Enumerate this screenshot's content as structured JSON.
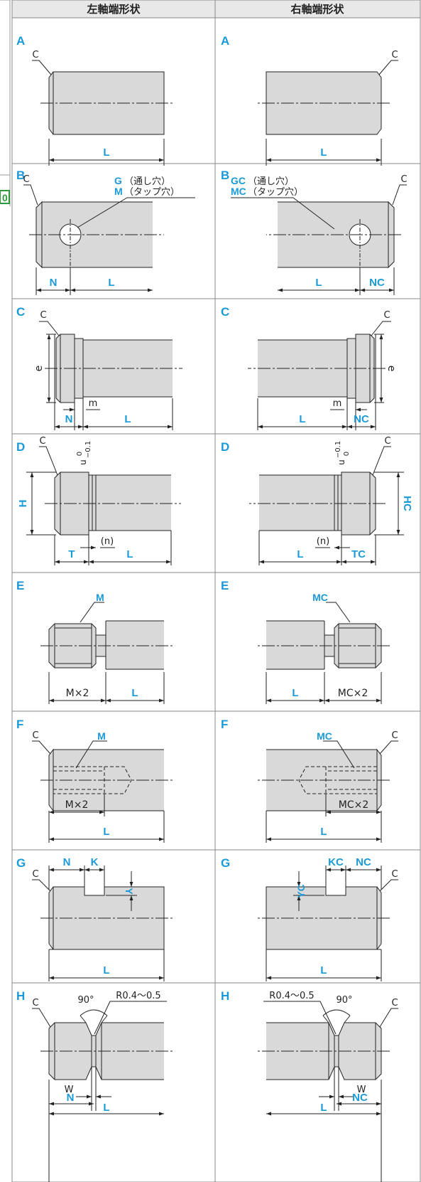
{
  "headers": {
    "left": "左軸端形状",
    "right": "右軸端形状"
  },
  "side_badge": "0",
  "colors": {
    "blue": "#1a9ad6",
    "shaft": "#d9d9d9",
    "line": "#222222",
    "badge": "#2e9a3c"
  },
  "rows": {
    "A": {
      "left": {
        "type": "A",
        "C": "C",
        "L": "L"
      },
      "right": {
        "type": "A",
        "C": "C",
        "L": "L"
      }
    },
    "B": {
      "left": {
        "type": "B",
        "C": "C",
        "G": "G",
        "G_note": "（通し穴）",
        "M": "M",
        "M_note": "（タップ穴）",
        "N": "N",
        "L": "L"
      },
      "right": {
        "type": "B",
        "C": "C",
        "G": "GC",
        "G_note": "（通し穴）",
        "M": "MC",
        "M_note": "（タップ穴）",
        "N": "NC",
        "L": "L"
      }
    },
    "C": {
      "left": {
        "type": "C",
        "C": "C",
        "e": "e",
        "m": "m",
        "N": "N",
        "L": "L"
      },
      "right": {
        "type": "C",
        "C": "C",
        "e": "e",
        "m": "m",
        "N": "NC",
        "L": "L"
      }
    },
    "D": {
      "left": {
        "type": "D",
        "C": "C",
        "u": "u",
        "tol_upper": "0",
        "tol_lower": "−0.1",
        "H": "H",
        "n": "(n)",
        "T": "T",
        "L": "L"
      },
      "right": {
        "type": "D",
        "C": "C",
        "u": "u",
        "tol_upper": "0",
        "tol_lower": "−0.1",
        "H": "HC",
        "n": "(n)",
        "T": "TC",
        "L": "L"
      }
    },
    "E": {
      "left": {
        "type": "E",
        "M": "M",
        "Mx2": "M×2",
        "L": "L"
      },
      "right": {
        "type": "E",
        "M": "MC",
        "Mx2": "MC×2",
        "L": "L"
      }
    },
    "F": {
      "left": {
        "type": "F",
        "C": "C",
        "M": "M",
        "Mx2": "M×2",
        "L": "L"
      },
      "right": {
        "type": "F",
        "C": "C",
        "M": "MC",
        "Mx2": "MC×2",
        "L": "L"
      }
    },
    "G": {
      "left": {
        "type": "G",
        "C": "C",
        "N": "N",
        "K": "K",
        "Y": "Y",
        "L": "L"
      },
      "right": {
        "type": "G",
        "C": "C",
        "N": "NC",
        "K": "KC",
        "Y": "YC",
        "L": "L"
      }
    },
    "H": {
      "left": {
        "type": "H",
        "C": "C",
        "angle": "90°",
        "R": "R0.4〜0.5",
        "W": "W",
        "N": "N",
        "L": "L"
      },
      "right": {
        "type": "H",
        "C": "C",
        "angle": "90°",
        "R": "R0.4〜0.5",
        "W": "W",
        "N": "NC",
        "L": "L"
      }
    }
  }
}
